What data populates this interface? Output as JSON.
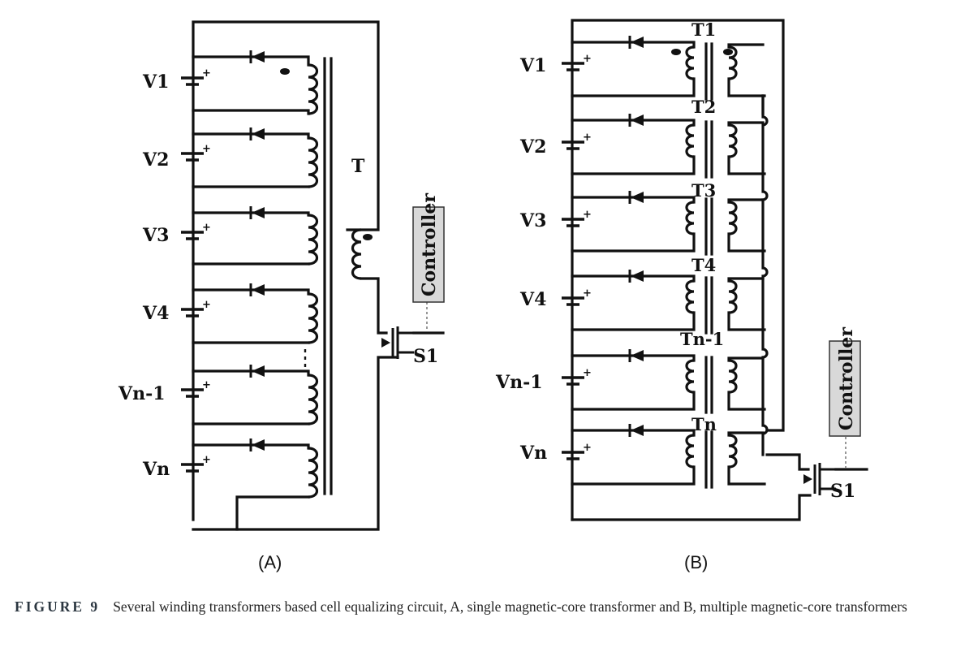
{
  "panel_a": {
    "subfig_label": "(A)",
    "cells": [
      "V1",
      "V2",
      "V3",
      "V4",
      "Vn-1",
      "Vn"
    ],
    "transformer_label": "T",
    "switch_label": "S1",
    "controller_label": "Controller"
  },
  "panel_b": {
    "subfig_label": "(B)",
    "cells": [
      "V1",
      "V2",
      "V3",
      "V4",
      "Vn-1",
      "Vn"
    ],
    "transformers": [
      "T1",
      "T2",
      "T3",
      "T4",
      "Tn-1",
      "Tn"
    ],
    "switch_label": "S1",
    "controller_label": "Controller"
  },
  "caption": {
    "figure_number": "FIGURE 9",
    "text": "Several winding transformers based cell equalizing circuit, A, single magnetic-core transformer and B, multiple magnetic-core transformers"
  }
}
